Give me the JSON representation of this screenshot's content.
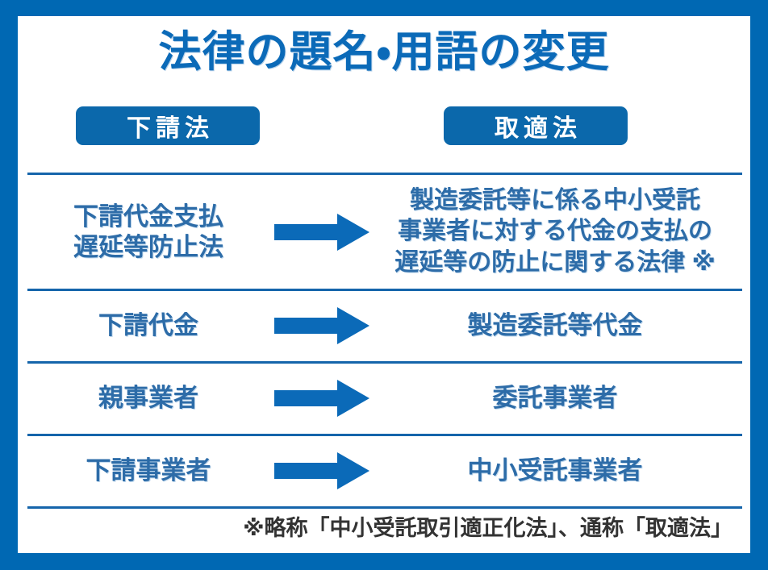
{
  "poster": {
    "title": "法律の題名・用語の変更",
    "frame_color": "#0068b3",
    "title_color": "#0b6ab8",
    "text_color": "#2d6ca8",
    "badge_color": "#0b68ab",
    "divider_color": "#1565ab",
    "arrow_color": "#0b6ab8",
    "footnote_color": "#333333"
  },
  "columns": {
    "old_label": "下請法",
    "new_label": "取適法"
  },
  "rows": [
    {
      "old_lines": [
        "下請代金支払",
        "遅延等防止法"
      ],
      "new_lines": [
        "製造委託等に係る中小受託",
        "事業者に対する代金の支払の",
        "遅延等の防止に関する法律 ※"
      ],
      "arrow": "right-arrow-icon"
    },
    {
      "old_lines": [
        "下請代金"
      ],
      "new_lines": [
        "製造委託等代金"
      ],
      "arrow": "right-arrow-icon"
    },
    {
      "old_lines": [
        "親事業者"
      ],
      "new_lines": [
        "委託事業者"
      ],
      "arrow": "right-arrow-icon"
    },
    {
      "old_lines": [
        "下請事業者"
      ],
      "new_lines": [
        "中小受託事業者"
      ],
      "arrow": "right-arrow-icon"
    }
  ],
  "footnote": "※略称「中小受託取引適正化法」、通称「取適法」"
}
